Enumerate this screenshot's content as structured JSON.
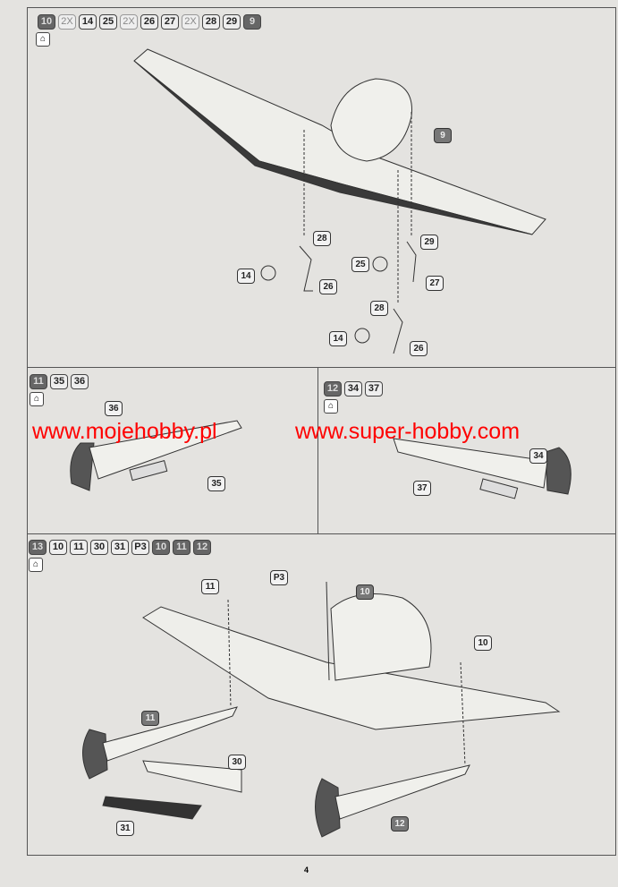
{
  "step10": {
    "header": [
      "10",
      "2X",
      "14",
      "25",
      "2X",
      "26",
      "27",
      "2X",
      "28",
      "29",
      "9"
    ],
    "callouts": [
      "9",
      "28",
      "29",
      "14",
      "26",
      "25",
      "27",
      "28",
      "14",
      "26"
    ]
  },
  "step11": {
    "header": [
      "11",
      "35",
      "36"
    ],
    "callouts": [
      "36",
      "35"
    ]
  },
  "step12": {
    "header": [
      "12",
      "34",
      "37"
    ],
    "callouts": [
      "34",
      "37"
    ]
  },
  "step13": {
    "header": [
      "13",
      "10",
      "11",
      "30",
      "31",
      "P3",
      "10",
      "11",
      "12"
    ],
    "callouts": [
      "11",
      "P3",
      "10",
      "10",
      "11",
      "30",
      "31",
      "12"
    ]
  },
  "glue_icon": "cement-icon",
  "watermark": {
    "left": "www.mojehobby.pl",
    "right": "www.super-hobby.com"
  },
  "page_number": "4"
}
